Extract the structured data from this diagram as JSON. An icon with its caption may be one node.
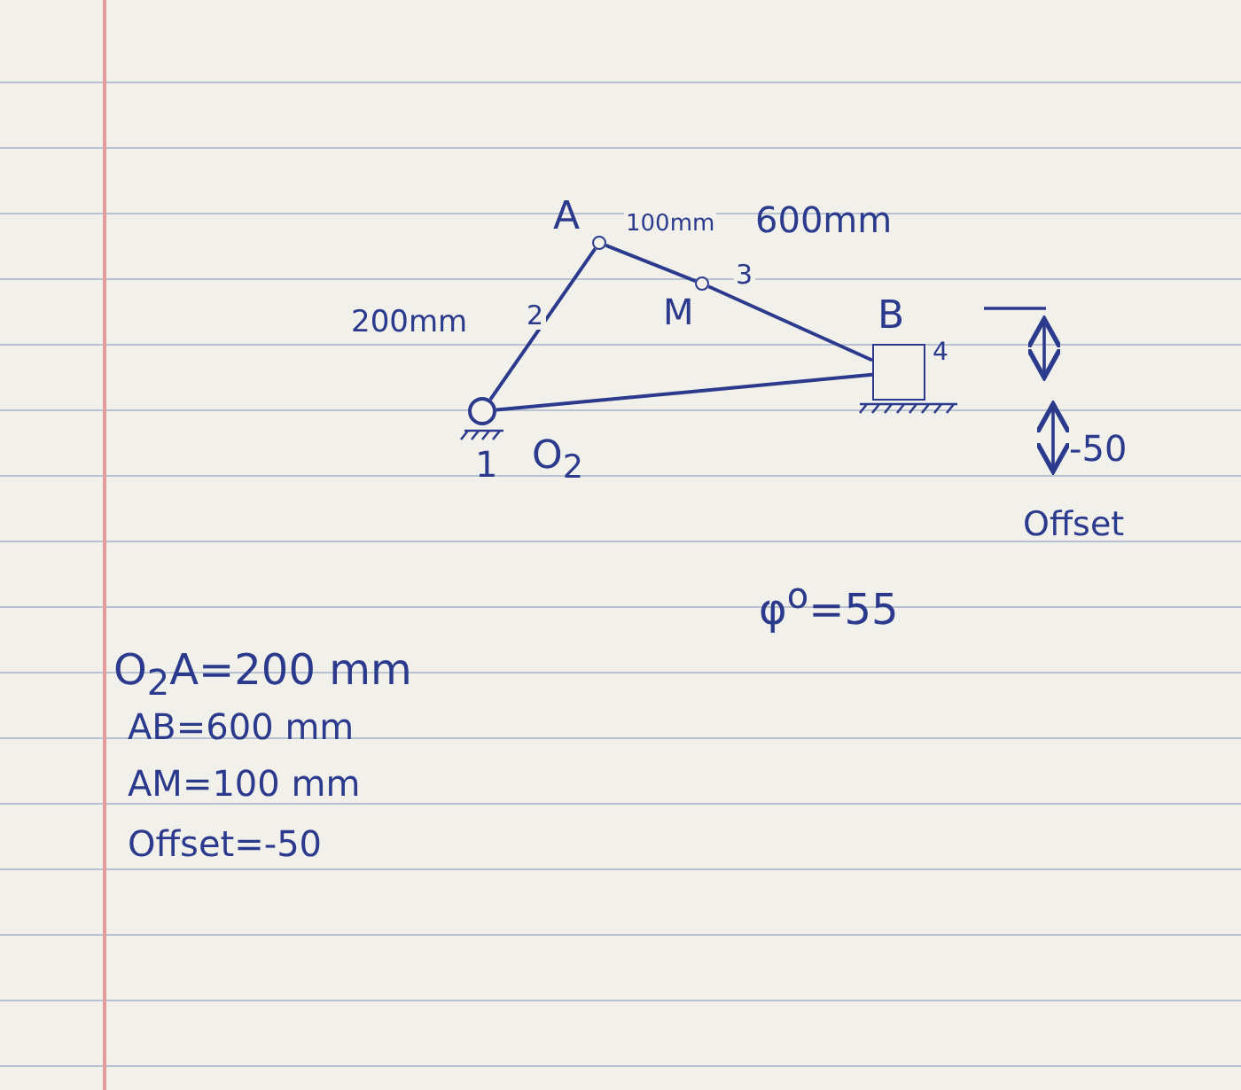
{
  "diagram": {
    "nodes": [
      {
        "text": [],
        "shape": "circle",
        "beside": [
          "1",
          "O$_{2}$"
        ]
      },
      {
        "text": [],
        "shape": "circle",
        "beside": [
          "A"
        ]
      },
      {
        "text": [],
        "shape": "circle",
        "beside": [
          "M"
        ]
      },
      {
        "text": [],
        "shape": "box",
        "beside": [
          "B",
          "4"
        ]
      }
    ],
    "edges": [
      {
        "from": 0,
        "to": 1,
        "arrow": "none",
        "label": "2"
      },
      {
        "from": 1,
        "to": 2,
        "arrow": "none",
        "label": "100mm"
      },
      {
        "from": 2,
        "to": 3,
        "arrow": "none",
        "label": "3"
      },
      {
        "from": 0,
        "to": 3,
        "arrow": "none"
      }
    ],
    "labels": [
      "200mm",
      "600mm",
      "-50",
      "Offset",
      "φ$^{o}$=55",
      "O$_{2}$A=200 mm",
      "AB=600 mm",
      "AM=100 mm",
      "Offset=-50"
    ]
  }
}
